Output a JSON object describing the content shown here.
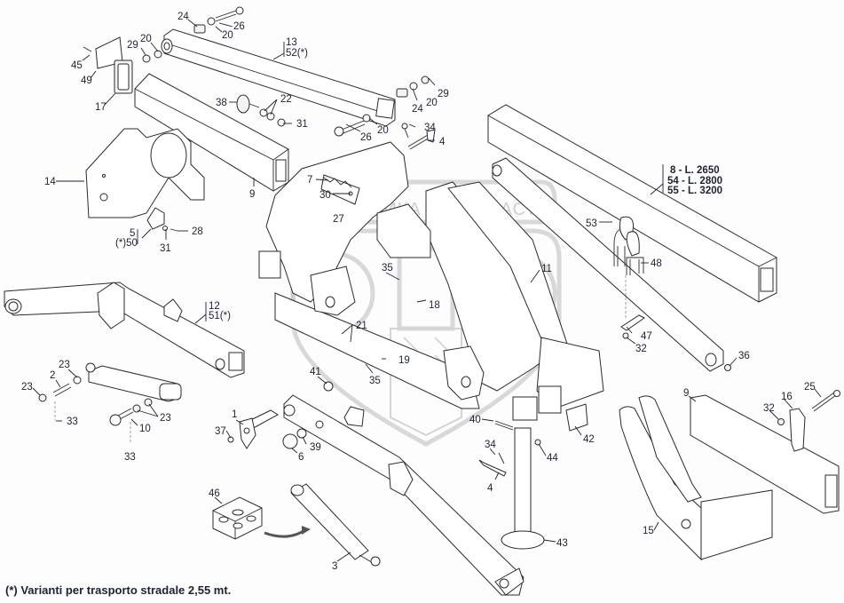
{
  "diagram": {
    "type": "exploded-parts-view",
    "footnote": "(*) Varianti per trasporto stradale 2,55 mt.",
    "watermark": {
      "text": "ТЕХНИКА ⚙ ЗАПЧАСТИ",
      "logo": "ЭПФ"
    },
    "beam_length_variants": [
      {
        "part": "8",
        "label": "8  - L. 2650"
      },
      {
        "part": "54",
        "label": "54 - L. 2800"
      },
      {
        "part": "55",
        "label": "55 - L. 3200"
      }
    ],
    "callouts": [
      {
        "id": "c24a",
        "text": "24"
      },
      {
        "id": "c26a",
        "text": "26"
      },
      {
        "id": "c20a",
        "text": "20"
      },
      {
        "id": "c29a",
        "text": "29"
      },
      {
        "id": "c20b",
        "text": "20"
      },
      {
        "id": "c13",
        "text": "13"
      },
      {
        "id": "c52",
        "text": "52(*)"
      },
      {
        "id": "c45",
        "text": "45"
      },
      {
        "id": "c49",
        "text": "49"
      },
      {
        "id": "c17",
        "text": "17"
      },
      {
        "id": "c38",
        "text": "38"
      },
      {
        "id": "c22",
        "text": "22"
      },
      {
        "id": "c31a",
        "text": "31"
      },
      {
        "id": "c29b",
        "text": "29"
      },
      {
        "id": "c20c",
        "text": "20"
      },
      {
        "id": "c24b",
        "text": "24"
      },
      {
        "id": "c20d",
        "text": "20"
      },
      {
        "id": "c26b",
        "text": "26"
      },
      {
        "id": "c34a",
        "text": "34"
      },
      {
        "id": "c4a",
        "text": "4"
      },
      {
        "id": "c14",
        "text": "14"
      },
      {
        "id": "c9a",
        "text": "9"
      },
      {
        "id": "c7",
        "text": "7"
      },
      {
        "id": "c30",
        "text": "30"
      },
      {
        "id": "c27",
        "text": "27"
      },
      {
        "id": "c5",
        "text": "5"
      },
      {
        "id": "c50",
        "text": "(*)50"
      },
      {
        "id": "c31b",
        "text": "31"
      },
      {
        "id": "c28",
        "text": "28"
      },
      {
        "id": "c53",
        "text": "53"
      },
      {
        "id": "c48",
        "text": "48"
      },
      {
        "id": "c11",
        "text": "11"
      },
      {
        "id": "c35a",
        "text": "35"
      },
      {
        "id": "c18",
        "text": "18"
      },
      {
        "id": "c12",
        "text": "12"
      },
      {
        "id": "c51",
        "text": "51(*)"
      },
      {
        "id": "c21",
        "text": "21"
      },
      {
        "id": "c19",
        "text": "19"
      },
      {
        "id": "c35b",
        "text": "35"
      },
      {
        "id": "c47",
        "text": "47"
      },
      {
        "id": "c32a",
        "text": "32"
      },
      {
        "id": "c36",
        "text": "36"
      },
      {
        "id": "c41",
        "text": "41"
      },
      {
        "id": "c23a",
        "text": "23"
      },
      {
        "id": "c2",
        "text": "2"
      },
      {
        "id": "c23b",
        "text": "23"
      },
      {
        "id": "c33a",
        "text": "33"
      },
      {
        "id": "c23c",
        "text": "23"
      },
      {
        "id": "c10",
        "text": "10"
      },
      {
        "id": "c33b",
        "text": "33"
      },
      {
        "id": "c1",
        "text": "1"
      },
      {
        "id": "c37",
        "text": "37"
      },
      {
        "id": "c6",
        "text": "6"
      },
      {
        "id": "c39",
        "text": "39"
      },
      {
        "id": "c40",
        "text": "40"
      },
      {
        "id": "c42",
        "text": "42"
      },
      {
        "id": "c34b",
        "text": "34"
      },
      {
        "id": "c44",
        "text": "44"
      },
      {
        "id": "c4b",
        "text": "4"
      },
      {
        "id": "c43",
        "text": "43"
      },
      {
        "id": "c46",
        "text": "46"
      },
      {
        "id": "c3",
        "text": "3"
      },
      {
        "id": "c9b",
        "text": "9"
      },
      {
        "id": "c16",
        "text": "16"
      },
      {
        "id": "c32b",
        "text": "32"
      },
      {
        "id": "c25",
        "text": "25"
      },
      {
        "id": "c15",
        "text": "15"
      }
    ]
  }
}
